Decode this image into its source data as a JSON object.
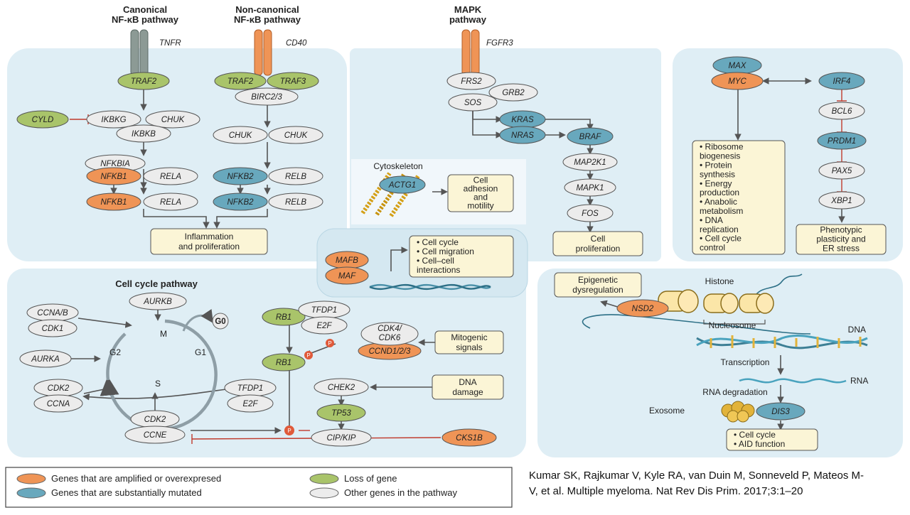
{
  "colors": {
    "panel": "#dfeef5",
    "amplified": "#ef9456",
    "mutated": "#68a8bd",
    "loss": "#a9c46a",
    "other": "#ececec",
    "outcome_box": "#fbf5d6",
    "inhibit": "#c0392b"
  },
  "titles": {
    "canonical": [
      "Canonical",
      "NF-κB pathway"
    ],
    "noncanonical": [
      "Non-canonical",
      "NF-κB pathway"
    ],
    "mapk": [
      "MAPK",
      "pathway"
    ],
    "cytoskeleton": "Cytoskeleton",
    "cell_cycle": "Cell cycle pathway"
  },
  "receptors": {
    "tnfr": "TNFR",
    "cd40": "CD40",
    "fgfr3": "FGFR3"
  },
  "genes": {
    "traf2_c": "TRAF2",
    "cyld": "CYLD",
    "ikbkg": "IKBKG",
    "chuk_c": "CHUK",
    "ikbkb": "IKBKB",
    "nfkbia": "NFKBIA",
    "nfkb1_a": "NFKB1",
    "rela_a": "RELA",
    "nfkb1_b": "NFKB1",
    "rela_b": "RELA",
    "traf2_n": "TRAF2",
    "traf3": "TRAF3",
    "birc": "BIRC2/3",
    "chuk_n1": "CHUK",
    "chuk_n2": "CHUK",
    "nfkb2_a": "NFKB2",
    "relb_a": "RELB",
    "nfkb2_b": "NFKB2",
    "relb_b": "RELB",
    "frs2": "FRS2",
    "grb2": "GRB2",
    "sos": "SOS",
    "kras": "KRAS",
    "nras": "NRAS",
    "braf": "BRAF",
    "map2k1": "MAP2K1",
    "mapk1": "MAPK1",
    "fos": "FOS",
    "max": "MAX",
    "myc": "MYC",
    "irf4": "IRF4",
    "bcl6": "BCL6",
    "prdm1": "PRDM1",
    "pax5": "PAX5",
    "xbp1": "XBP1",
    "actg1": "ACTG1",
    "mafb": "MAFB",
    "maf": "MAF",
    "ccnab": "CCNA/B",
    "cdk1": "CDK1",
    "aurkb": "AURKB",
    "aurka": "AURKA",
    "cdk2_a": "CDK2",
    "ccna": "CCNA",
    "tfdp1_b": "TFDP1",
    "e2f_b": "E2F",
    "cdk2_b": "CDK2",
    "ccne": "CCNE",
    "rb1_a": "RB1",
    "tfdp1_a": "TFDP1",
    "e2f_a": "E2F",
    "rb1_b": "RB1",
    "cdk46": [
      "CDK4/",
      "CDK6"
    ],
    "ccnd": "CCND1/2/3",
    "chek2": "CHEK2",
    "tp53": "TP53",
    "cipkip": "CIP/KIP",
    "cks1b": "CKS1B",
    "nsd2": "NSD2",
    "dis3": "DIS3"
  },
  "outcomes": {
    "inflammation": [
      "Inflammation",
      "and proliferation"
    ],
    "cell_prolif": [
      "Cell",
      "proliferation"
    ],
    "myc_effects": [
      "• Ribosome",
      "  biogenesis",
      "• Protein",
      "  synthesis",
      "• Energy",
      "  production",
      "• Anabolic",
      "  metabolism",
      "• DNA",
      "  replication",
      "• Cell cycle",
      "  control"
    ],
    "phenotypic": [
      "Phenotypic",
      "plasticity and",
      "ER stress"
    ],
    "adhesion": [
      "Cell",
      "adhesion",
      "and",
      "motility"
    ],
    "maf_effects": [
      "• Cell cycle",
      "• Cell migration",
      "• Cell–cell",
      "  interactions"
    ],
    "mitogenic": [
      "Mitogenic",
      "signals"
    ],
    "dna_damage": [
      "DNA",
      "damage"
    ],
    "epigenetic": [
      "Epigenetic",
      "dysregulation"
    ],
    "dis3_effects": [
      "• Cell cycle",
      "• AID function"
    ]
  },
  "cycle_labels": {
    "m": "M",
    "g0": "G0",
    "g1": "G1",
    "g2": "G2",
    "s": "S",
    "p": "P"
  },
  "chromatin": {
    "histone": "Histone",
    "nucleosome": "Nucleosome",
    "dna": "DNA",
    "transcription": "Transcription",
    "rna": "RNA",
    "rna_degradation": "RNA degradation",
    "exosome": "Exosome"
  },
  "legend": {
    "amplified": "Genes that are amplified or overexpresed",
    "mutated": "Genes that are substantially mutated",
    "loss": "Loss of gene",
    "other": "Other genes in the pathway"
  },
  "citation": [
    "Kumar SK, Rajkumar V, Kyle RA, van Duin M, Sonneveld P, Mateos M-",
    "V, et al. Multiple myeloma. Nat Rev Dis Prim. 2017;3:1–20"
  ]
}
